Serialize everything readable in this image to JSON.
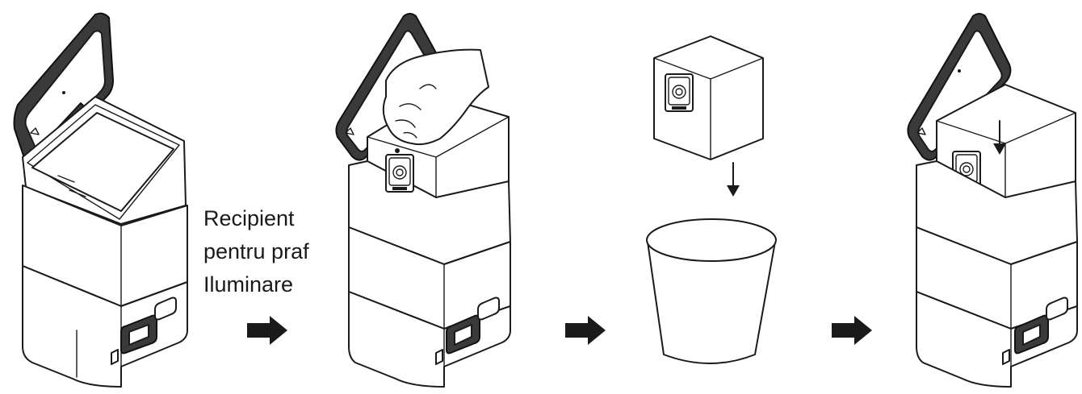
{
  "caption": {
    "line1": "Recipient",
    "line2": "pentru praf",
    "line3": "Iluminare"
  },
  "steps": [
    {
      "icon": "dock-open-lid-icon"
    },
    {
      "icon": "remove-dust-bag-icon"
    },
    {
      "icon": "dispose-dust-bag-icon"
    },
    {
      "icon": "insert-new-bag-icon"
    }
  ],
  "colors": {
    "line": "#1a1a1a",
    "lid": "#3a3a3a",
    "background": "#ffffff"
  }
}
